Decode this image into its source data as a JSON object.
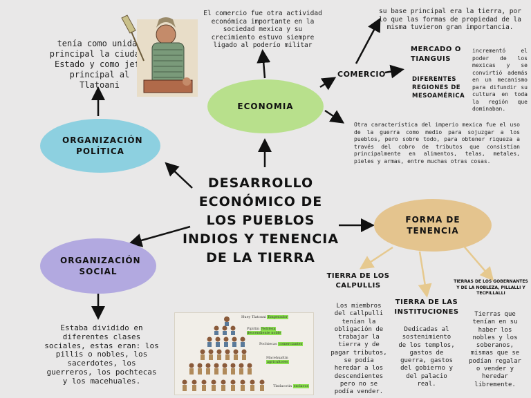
{
  "colors": {
    "background": "#e9e8e8",
    "economia": "#b8e08c",
    "politica": "#8dd0e0",
    "social": "#b2a9e0",
    "tenencia": "#e4c48e",
    "arrows": "#111111",
    "tenencia_arrows": "#e6c98f"
  },
  "title": "DESARROLLO ECONÓMICO DE LOS PUEBLOS INDIOS Y TENENCIA DE LA TIERRA",
  "economia": {
    "label": "ECONOMIA",
    "description": "El comercio fue otra actividad económica importante en la sociedad mexica y su crecimiento estuvo siempre ligado al poderío militar",
    "comercio": {
      "label": "COMERCIO",
      "top_text": "su base principal era la tierra, por lo que las formas de propiedad de la misma tuvieron gran importancia.",
      "mercado": "MERCADO O TIANGUIS",
      "regiones": "DIFERENTES REGIONES DE MESOAMÉRICA",
      "side_text": "incrementó el poder de los mexicas y se convirtió además en un mecanismo para difundir su cultura en toda la región que dominaban."
    },
    "guerra_text": "Otra característica del imperio mexica fue el uso de la guerra como medio para sojuzgar a los pueblos, pero sobre todo, para obtener riqueza a través del cobro de tributos que consistían principalmente en alimentos, telas, metales, pieles y armas, entre muchas otras cosas."
  },
  "politica": {
    "label": "ORGANIZACIÓN POLÍTICA",
    "text": "tenía como unidad principal la ciudad-Estado y como jefe principal al Tlatoani",
    "image_icon": "tlatoani-codex-illustration"
  },
  "social": {
    "label": "ORGANIZACIÓN SOCIAL",
    "text": "Estaba dividido en diferentes clases sociales, estas eran: los pillis o nobles, los sacerdotes, los guerreros, los pochtecas y los macehuales.",
    "pyramid": {
      "tiers": [
        {
          "label": "Huey Tlatoani",
          "tag": "Emperador"
        },
        {
          "label": "Pipiltin",
          "tag": "Nobleza descendiente noble"
        },
        {
          "label": "Pochtecas",
          "tag": "comerciantes"
        },
        {
          "label": "Macehualtin",
          "tag": "agricultores"
        },
        {
          "label": "Tlatlacotin",
          "tag": "esclavos"
        }
      ]
    }
  },
  "tenencia": {
    "label": "FORMA DE TENENCIA",
    "calpullis": {
      "title": "TIERRA DE LOS CALPULLIS",
      "text": "Los miembros del callpulli tenían la obligación de trabajar la tierra y de pagar tributos, se podía heredar a los descendientes pero no se podía vender."
    },
    "instituciones": {
      "title": "TIERRA DE LAS INSTITUCIONES",
      "text": "Dedicadas al sostenimiento de los templos, gastos de guerra, gastos del gobierno y del palacio real."
    },
    "gobernantes": {
      "title": "TIERRAS DE LOS GOBERNANTES Y DE LA NOBLEZA, PILLALLI Y TECPILLALLI",
      "text": "Tierras que tenían en su haber los nobles y los soberanos, mismas que se podían regalar o vender y heredar libremente."
    }
  }
}
